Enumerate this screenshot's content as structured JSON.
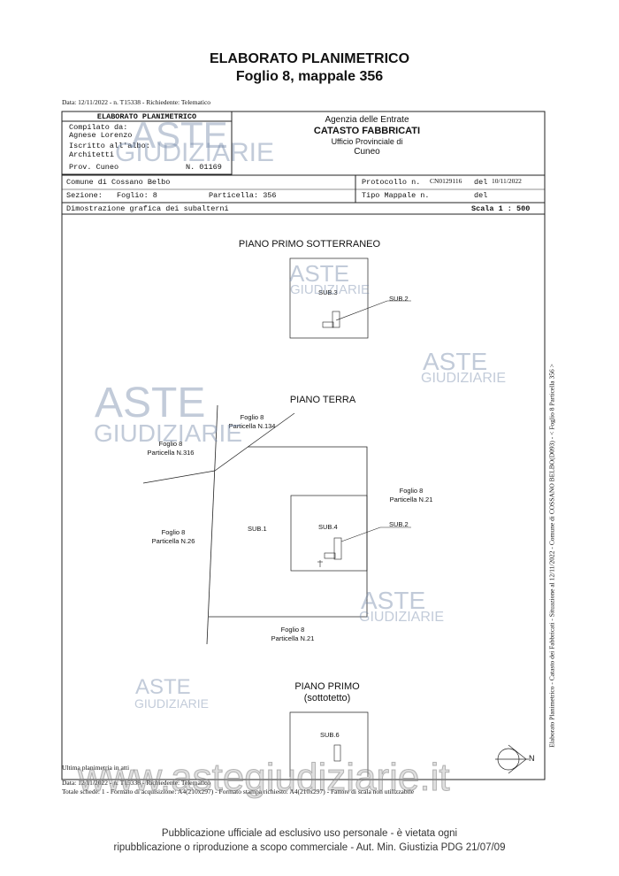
{
  "header": {
    "title": "ELABORATO PLANIMETRICO",
    "subtitle": "Foglio 8, mappale 356"
  },
  "top_note": "Data: 12/11/2022 - n. T15338 - Richiedente: Telematico",
  "box_left": {
    "title": "ELABORATO PLANIMETRICO",
    "compilato_label": "Compilato da:",
    "compilato_value": "Agnese Lorenzo",
    "iscritto_label": "Iscritto all'albo:",
    "iscritto_value": "Architetti",
    "prov": "Prov. Cuneo",
    "numero": "N. 01169"
  },
  "agency": {
    "line1": "Agenzia delle Entrate",
    "line2": "CATASTO FABBRICATI",
    "line3": "Ufficio Provinciale di",
    "line4": "Cuneo"
  },
  "info": {
    "comune": "Comune di Cossano Belbo",
    "protocollo_label": "Protocollo n.",
    "protocollo_value": "CN0129116",
    "del_label": "del",
    "protocollo_date": "10/11/2022",
    "sezione": "Sezione:",
    "foglio": "Foglio: 8",
    "particella": "Particella: 356",
    "tipo_mappale": "Tipo Mappale n.",
    "del2": "del",
    "dimostrazione": "Dimostrazione grafica dei subalterni",
    "scala": "Scala 1 : 500"
  },
  "drawing": {
    "piano_sotterraneo": "PIANO PRIMO SOTTERRANEO",
    "sub3": "SUB.3",
    "sub2a": "SUB.2",
    "piano_terra": "PIANO TERRA",
    "f134a": "Foglio 8",
    "f134b": "Particella N.134",
    "f316a": "Foglio 8",
    "f316b": "Particella N.316",
    "f21a": "Foglio 8",
    "f21b": "Particella N.21",
    "f26a": "Foglio 8",
    "f26b": "Particella N.26",
    "sub1": "SUB.1",
    "sub4": "SUB.4",
    "sub2b": "SUB.2",
    "f21c": "Foglio 8",
    "f21d": "Particella N.21",
    "piano_primo": "PIANO PRIMO",
    "sottotetto": "(sottotetto)",
    "sub6": "SUB.6",
    "north": "N"
  },
  "side_text": "Elaborato Planimetrico - Catasto dei Fabbricati - Situazione al 12/11/2022 - Comune di COSSANO BELBO(D093) - < Foglio 8 Particella 356 >",
  "bottom": {
    "ultima": "Ultima planimetria in atti",
    "data": "Data: 12/11/2022 - n. T15338 - Richiedente: Telematico",
    "totale": "Totale schede: 1 - Formato di acquisizione: A4(210x297) - Formato stampa richiesto: A4(210x297) - Fattore di scala non utilizzabile"
  },
  "watermark": {
    "aste": "ASTE",
    "giudiziarie": "GIUDIZIARIE",
    "url": "www.astegiudiziarie.it"
  },
  "footer": {
    "line1": "Pubblicazione ufficiale ad esclusivo uso personale - è vietata ogni",
    "line2": "ripubblicazione o riproduzione a scopo commerciale - Aut. Min. Giustizia PDG 21/07/09"
  }
}
